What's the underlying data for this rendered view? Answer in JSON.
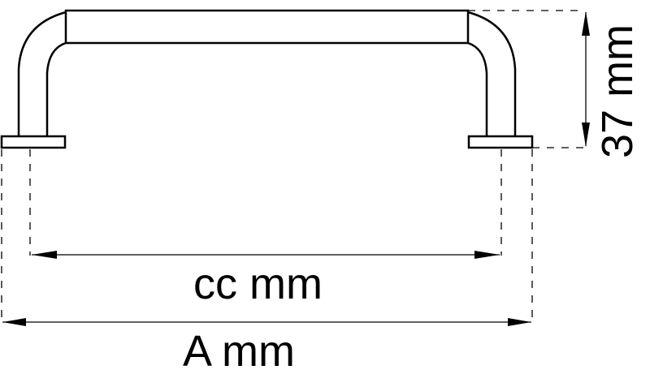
{
  "diagram": {
    "type": "handle-dimension-drawing",
    "labels": {
      "height": "37 mm",
      "center_distance": "cc mm",
      "overall_length": "A mm"
    },
    "colors": {
      "line": "#000000",
      "background": "#ffffff"
    }
  }
}
